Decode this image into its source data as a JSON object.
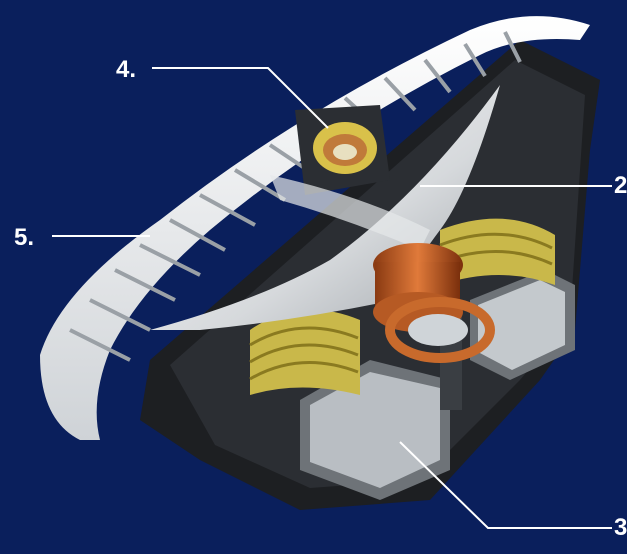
{
  "diagram": {
    "background_color": "#0a1f5c",
    "callouts": [
      {
        "label": "4."
      },
      {
        "label": "5."
      },
      {
        "label": "2"
      },
      {
        "label": "3"
      }
    ]
  }
}
